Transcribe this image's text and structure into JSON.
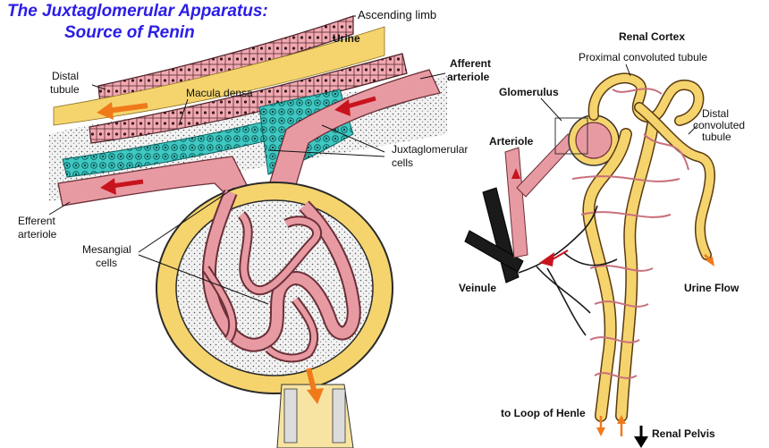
{
  "title": {
    "line1": "The Juxtaglomerular Apparatus:",
    "line2": "Source of Renin"
  },
  "left_labels": {
    "ascending_limb": "Ascending limb",
    "urine": "Urine",
    "distal_tubule_1": "Distal",
    "distal_tubule_2": "tubule",
    "macula_densa": "Macula densa",
    "afferent_1": "Afferent",
    "afferent_2": "arteriole",
    "jg_cells_1": "Juxtaglomerular",
    "jg_cells_2": "cells",
    "efferent_1": "Efferent",
    "efferent_2": "arteriole",
    "mesangial_1": "Mesangial",
    "mesangial_2": "cells"
  },
  "right_labels": {
    "renal_cortex": "Renal Cortex",
    "proximal": "Proximal  convoluted  tubule",
    "glomerulus": "Glomerulus",
    "distal_1": "Distal",
    "distal_2": "convoluted",
    "distal_3": "tubule",
    "arteriole": "Arteriole",
    "veinule": "Veinule",
    "urine_flow": "Urine Flow",
    "loop_of_henle": "to Loop of Henle",
    "renal_pelvis": "Renal Pelvis"
  },
  "colors": {
    "title": "#2b1de6",
    "vessel_pink": "#e89aa3",
    "vessel_dark": "#7a3b44",
    "tubule_yellow": "#f5d46e",
    "jg_teal": "#3fc7c2",
    "arrow_orange": "#f07a1a",
    "arrow_red": "#c8141e",
    "vein_black": "#1a1a1a"
  }
}
